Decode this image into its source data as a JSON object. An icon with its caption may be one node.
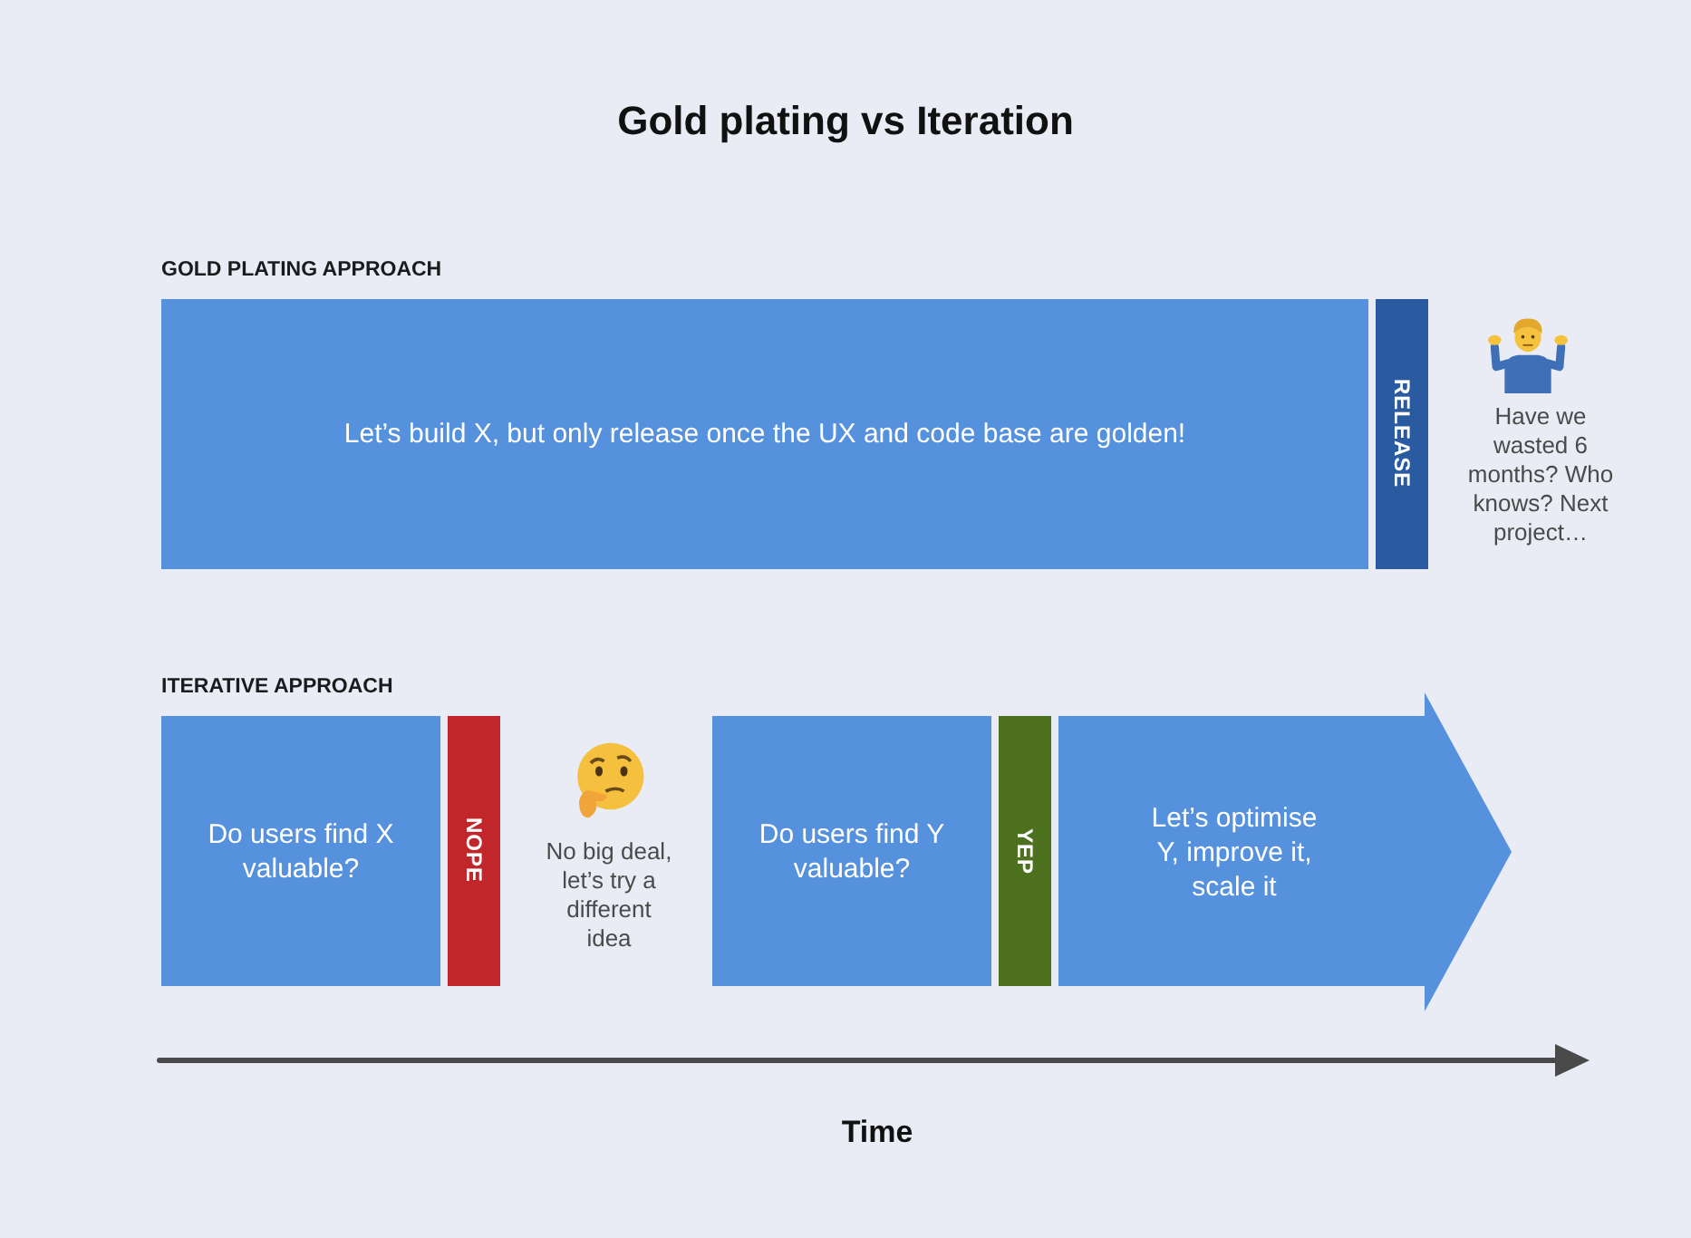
{
  "diagram": {
    "title": "Gold plating vs Iteration",
    "nodes": [
      {
        "text": [
          "Let’s build X, but only release once the UX and code base are golden!"
        ]
      },
      {
        "text": [
          "RELEASE"
        ]
      },
      {
        "text": [
          "Do users find X valuable?"
        ]
      },
      {
        "text": [
          "NOPE"
        ]
      },
      {
        "text": [
          "Do users find Y valuable?"
        ]
      },
      {
        "text": [
          "YEP"
        ]
      },
      {
        "text": [
          "Let’s optimise Y, improve it, scale it"
        ]
      }
    ],
    "labels": [
      "GOLD PLATING APPROACH",
      "Have we wasted 6 months? Who knows? Next project…",
      "ITERATIVE APPROACH",
      "No big deal, let’s try a different idea",
      "Time"
    ]
  }
}
